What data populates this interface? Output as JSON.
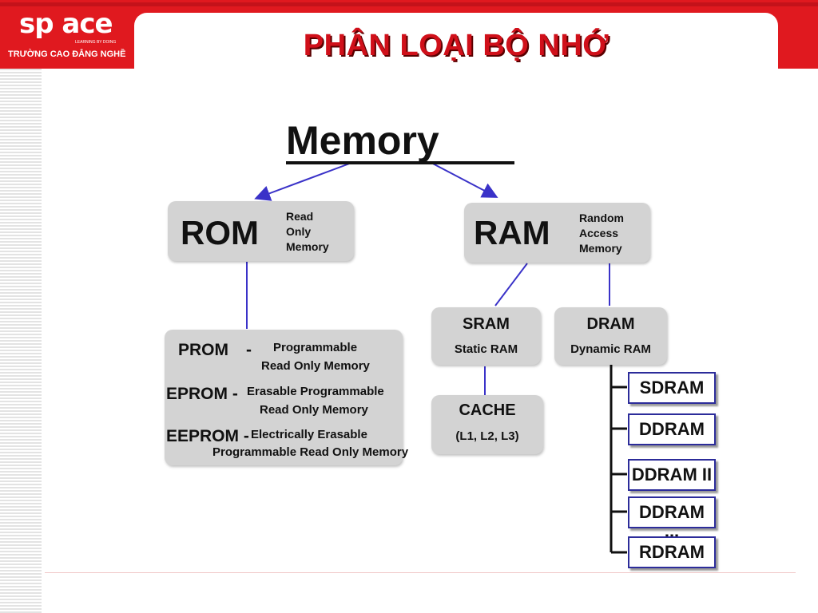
{
  "header": {
    "title": "PHÂN LOẠI BỘ NHỚ",
    "logo": {
      "brand": "sp ace",
      "tagline": "LEARNING BY DOING",
      "school": "TRƯỜNG CAO ĐẲNG NGHỀ"
    }
  },
  "diagram": {
    "root": "Memory",
    "rom": {
      "abbr": "ROM",
      "full": [
        "Read",
        "Only",
        "Memory"
      ]
    },
    "ram": {
      "abbr": "RAM",
      "full": [
        "Random",
        "Access",
        "Memory"
      ]
    },
    "rom_types": [
      {
        "abbr": "PROM",
        "sep": "-",
        "line1": "Programmable",
        "line2": "Read Only Memory"
      },
      {
        "abbr": "EPROM -",
        "sep": "",
        "line1": "Erasable Programmable",
        "line2": "Read Only Memory"
      },
      {
        "abbr": "EEPROM -",
        "sep": "",
        "line1": "Electrically Erasable",
        "line2": "Programmable Read Only Memory"
      }
    ],
    "sram": {
      "abbr": "SRAM",
      "full": "Static RAM"
    },
    "dram": {
      "abbr": "DRAM",
      "full": "Dynamic RAM"
    },
    "cache": {
      "abbr": "CACHE",
      "full": "(L1, L2, L3)"
    },
    "dram_types": [
      "SDRAM",
      "DDRAM",
      "DDRAM II",
      "DDRAM III",
      "RDRAM"
    ]
  },
  "colors": {
    "header_red": "#e0191f",
    "title_red": "#d0101a",
    "connector_blue": "#3a32c8",
    "box_gray": "#d3d3d3"
  }
}
